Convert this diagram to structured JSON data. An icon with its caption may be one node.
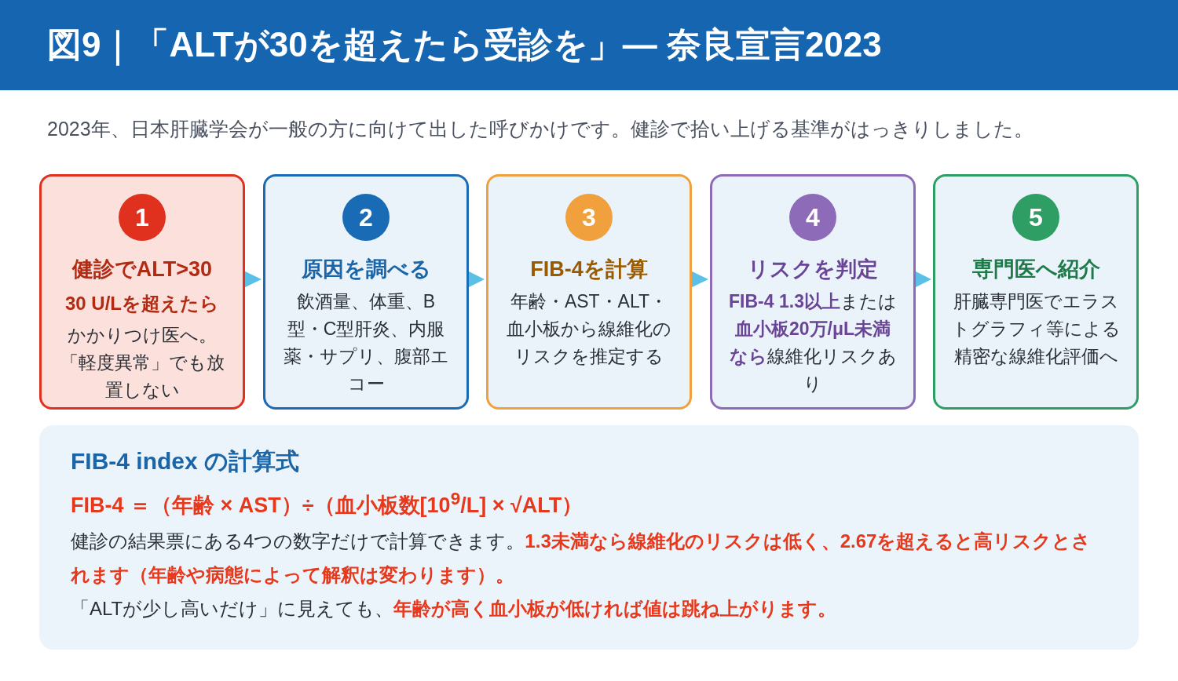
{
  "diagram": {
    "title": "図9｜「ALTが30を超えたら受診を」— 奈良宣言2023",
    "nodes": [
      {
        "text": [
          "1",
          "健診でALT>30",
          "30 U/Lを超えたら",
          "かかりつけ医へ。「軽度異常」でも放置しない"
        ]
      },
      {
        "text": [
          "2",
          "原因を調べる",
          "飲酒量、体重、B型・C型肝炎、内服薬・サプリ、腹部エコー"
        ]
      },
      {
        "text": [
          "3",
          "FIB-4を計算",
          "年齢・AST・ALT・血小板から線維化のリスクを推定する"
        ]
      },
      {
        "text": [
          "4",
          "リスクを判定",
          "**FIB-4 1.3以上**または**血小板20万/μL未満なら**線維化リスクあり"
        ]
      },
      {
        "text": [
          "5",
          "専門医へ紹介",
          "肝臓専門医でエラストグラフィ等による精密な線維化評価へ"
        ]
      },
      {
        "text": [
          "FIB-4 index の計算式",
          "FIB-4 ＝（年齢 × AST）÷（血小板数[10$^{9}$/L] × √ALT）",
          "健診の結果票にある4つの数字だけで計算できます。**1.3未満なら線維化のリスクは低く、2.67を超えると高リスクとされます（年齢や病態によって解釈は変わります）。**",
          "「ALTが少し高いだけ」に見えても、**年齢が高く血小板が低ければ値は跳ね上がります。**"
        ]
      }
    ],
    "edges": [
      {
        "from": 0,
        "to": 1,
        "arrow": "to"
      },
      {
        "from": 1,
        "to": 2,
        "arrow": "to"
      },
      {
        "from": 2,
        "to": 3,
        "arrow": "to"
      },
      {
        "from": 3,
        "to": 4,
        "arrow": "to"
      }
    ],
    "labels": [
      "2023年、日本肝臓学会が一般の方に向けて出した呼びかけです。健診で拾い上げる基準がはっきりしました。"
    ]
  }
}
